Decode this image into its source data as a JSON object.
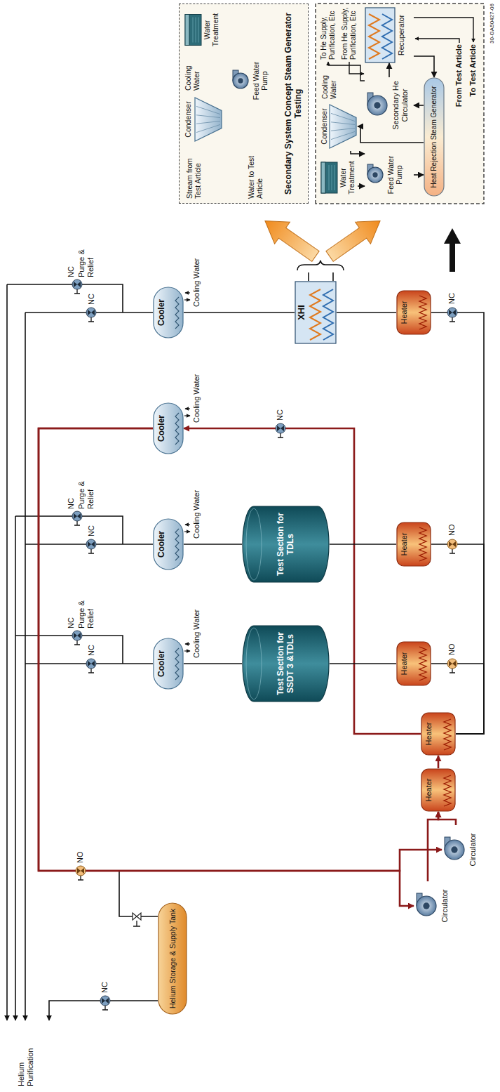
{
  "diagram": {
    "nodes": [
      {
        "text": [
          "Helium Storage & Supply Tank"
        ]
      },
      {
        "text": [
          "Circulator"
        ]
      },
      {
        "text": [
          "Circulator"
        ]
      },
      {
        "text": [
          "Heater"
        ]
      },
      {
        "text": [
          "Heater"
        ]
      },
      {
        "text": [
          "Heater"
        ]
      },
      {
        "text": [
          "Test Section for SSDT 3 &TDLs"
        ]
      },
      {
        "text": [
          "Cooler"
        ]
      },
      {
        "text": [
          "Heater"
        ]
      },
      {
        "text": [
          "Test Section for TDLs"
        ]
      },
      {
        "text": [
          "Cooler"
        ]
      },
      {
        "text": [
          "Cooler"
        ]
      },
      {
        "text": [
          "Heater"
        ]
      },
      {
        "text": [
          "XHI"
        ]
      },
      {
        "text": [
          "Cooler"
        ]
      },
      {
        "text": [
          "Secondary System Concept Steam Generator Testing"
        ]
      },
      {
        "text": [
          "Condenser"
        ],
        "in": 15
      },
      {
        "text": [
          "Water Treatment"
        ],
        "in": 15
      },
      {
        "text": [
          "Feed Water Pump"
        ],
        "in": 15
      },
      {
        "text": [
          "Water Treatment"
        ]
      },
      {
        "text": [
          "Condenser"
        ]
      },
      {
        "text": [
          "Feed Water Pump"
        ]
      },
      {
        "text": [
          "Secondary He Circulator"
        ]
      },
      {
        "text": [
          "Recuperator"
        ]
      },
      {
        "text": [
          "Heat Rejection Steam Generator"
        ]
      }
    ],
    "edges": [
      {
        "from": 11,
        "to": 1,
        "arrow": "to"
      },
      {
        "from": 11,
        "to": 2,
        "arrow": "to"
      },
      {
        "from": 1,
        "to": 3,
        "arrow": "to"
      },
      {
        "from": 2,
        "to": 3,
        "arrow": "to"
      },
      {
        "from": 3,
        "to": 4,
        "arrow": "to"
      },
      {
        "from": 4,
        "to": 5,
        "arrow": "none"
      },
      {
        "from": 4,
        "to": 8,
        "arrow": "none"
      },
      {
        "from": 4,
        "to": 12,
        "arrow": "none"
      },
      {
        "from": 4,
        "to": 11,
        "arrow": "to"
      },
      {
        "from": 5,
        "to": 6,
        "arrow": "none"
      },
      {
        "from": 6,
        "to": 7,
        "arrow": "none"
      },
      {
        "from": 8,
        "to": 9,
        "arrow": "none"
      },
      {
        "from": 9,
        "to": 10,
        "arrow": "none"
      },
      {
        "from": 12,
        "to": 13,
        "arrow": "none"
      },
      {
        "from": 13,
        "to": 14,
        "arrow": "none"
      },
      {
        "from": 16,
        "to": 18,
        "arrow": "to"
      },
      {
        "from": 17,
        "to": 18,
        "arrow": "to"
      },
      {
        "from": 19,
        "to": 21,
        "arrow": "to"
      },
      {
        "from": 20,
        "to": 21,
        "arrow": "to"
      },
      {
        "from": 21,
        "to": 24,
        "arrow": "to"
      },
      {
        "from": 24,
        "to": 20,
        "arrow": "to"
      },
      {
        "from": 23,
        "to": 24,
        "arrow": "to"
      },
      {
        "from": 24,
        "to": 22,
        "arrow": "to"
      },
      {
        "from": 22,
        "to": 23,
        "arrow": "to"
      }
    ],
    "labels": [
      "Helium Purification",
      "NC",
      "NO",
      "NC",
      "NC",
      "Purge & Relief",
      "Cooling Water",
      "NO",
      "NC",
      "NC",
      "Purge & Relief",
      "Cooling Water",
      "NO",
      "NC",
      "Cooling Water",
      "NC",
      "NC",
      "Purge & Relief",
      "Cooling Water",
      "NC",
      "Stream from Test Article",
      "Cooling Water",
      "Water to Test Article",
      "To He Supply, Purification, Etc",
      "From He Supply, Purification, Etc",
      "Cooling Water",
      "From Test Article",
      "To Test Article",
      "30-GA50427-06"
    ]
  }
}
